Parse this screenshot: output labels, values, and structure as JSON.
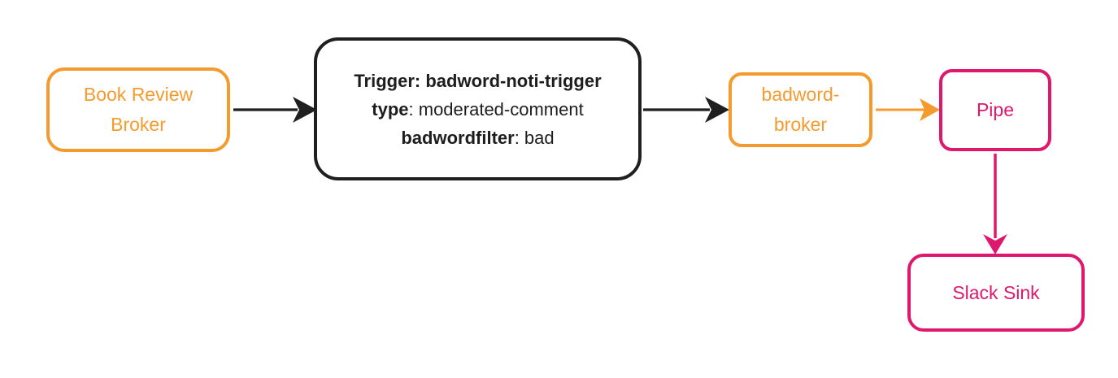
{
  "diagram": {
    "colors": {
      "orange": "#F59B2E",
      "pink": "#DE186C",
      "black": "#1F1F1F"
    },
    "nodes": {
      "book_review_broker": {
        "line1": "Book Review",
        "line2": "Broker"
      },
      "trigger": {
        "line1_bold": "Trigger: badword-noti-trigger",
        "line2_key": "type",
        "line2_rest": ": moderated-comment",
        "line3_key": "badwordfilter",
        "line3_rest": ": bad"
      },
      "badword_broker": {
        "line1": "badword-",
        "line2": "broker"
      },
      "pipe": {
        "label": "Pipe"
      },
      "slack_sink": {
        "label": "Slack Sink"
      }
    },
    "edges": [
      {
        "from": "book_review_broker",
        "to": "trigger",
        "color": "black"
      },
      {
        "from": "trigger",
        "to": "badword_broker",
        "color": "black"
      },
      {
        "from": "badword_broker",
        "to": "pipe",
        "color": "orange"
      },
      {
        "from": "pipe",
        "to": "slack_sink",
        "color": "pink"
      }
    ]
  }
}
